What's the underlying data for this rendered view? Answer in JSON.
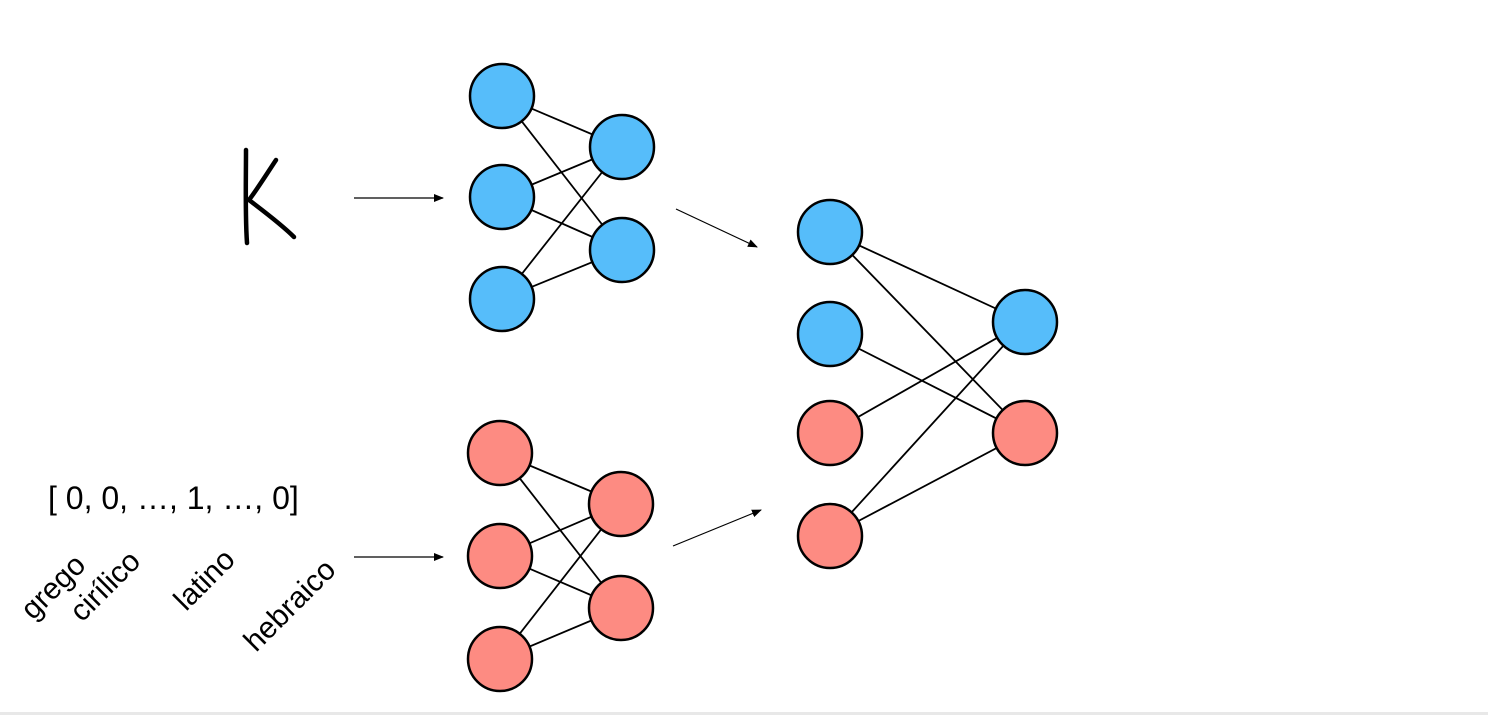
{
  "glyph": {
    "text": "K"
  },
  "vector": {
    "text": "[ 0, 0, …, 1, …, 0]"
  },
  "categories": [
    "grego",
    "cirílico",
    "latino",
    "hebraico"
  ],
  "colors": {
    "blue": "#56bdfa",
    "red": "#fd8b82",
    "stroke": "#000000"
  },
  "networks": {
    "image_encoder": {
      "input_nodes": 3,
      "output_nodes": 2,
      "color": "blue"
    },
    "script_encoder": {
      "input_nodes": 3,
      "output_nodes": 2,
      "color": "red"
    },
    "combiner": {
      "input_colors": [
        "blue",
        "blue",
        "red",
        "red"
      ],
      "output_colors": [
        "blue",
        "red"
      ]
    }
  }
}
